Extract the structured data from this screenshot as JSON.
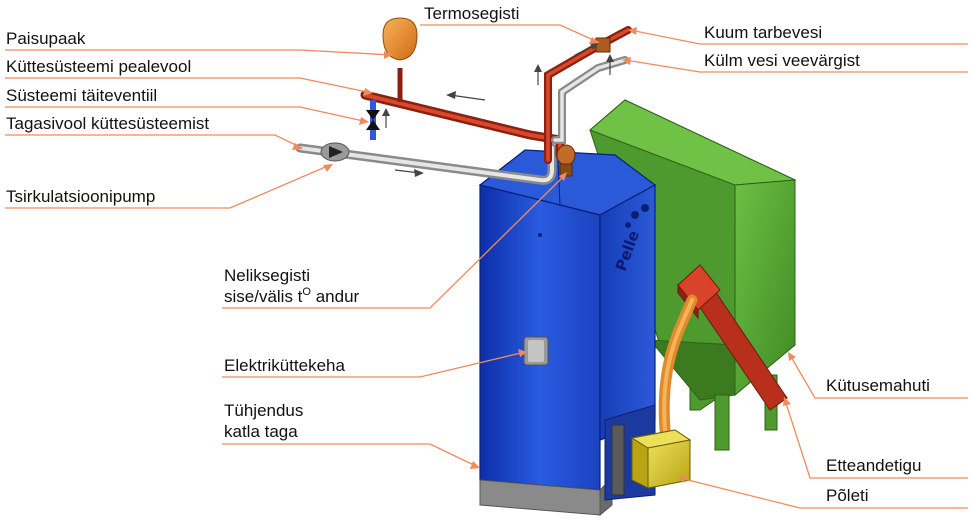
{
  "labels": {
    "paisupaak": "Paisupaak",
    "pealevool": "Küttesüsteemi pealevool",
    "taiteventiil": "Süsteemi täiteventiil",
    "tagasivool": "Tagasivool küttesüsteemist",
    "pump": "Tsirkulatsioonipump",
    "termosegisti": "Termosegisti",
    "kuum": "Kuum tarbevesi",
    "kulm": "Külm vesi veevärgist",
    "neliksegisti_1": "Neliksegisti",
    "neliksegisti_2a": "sise/välis t",
    "neliksegisti_2sup": "O",
    "neliksegisti_2b": " andur",
    "elektrikuttekeha": "Elektriküttekeha",
    "tuhjendus_1": "Tühjendus",
    "tuhjendus_2": "katla taga",
    "kutusemahuti": "Kütusemahuti",
    "etteandetigu": "Etteandetigu",
    "poleti": "Põleti"
  },
  "boiler_logo": "Pelle",
  "colors": {
    "boiler_blue": "#1f4fd0",
    "hopper_green": "#5aa536",
    "hot_pipe": "#cc3a1a",
    "cold_pipe": "#c8c8c8",
    "tank_orange": "#e98a2c",
    "burner_yellow": "#d8c41e",
    "screw_red": "#b8301c",
    "leader_line": "#f08a5d"
  }
}
